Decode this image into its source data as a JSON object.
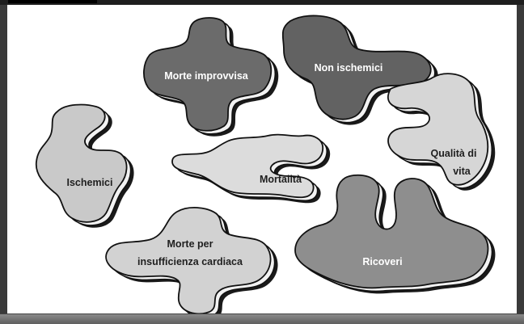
{
  "pieces": {
    "morte_improvvisa": {
      "label": "Morte improvvisa",
      "fill": "#6b6b6b"
    },
    "non_ischemici": {
      "label": "Non ischemici",
      "fill": "#626262"
    },
    "qualita_di_vita": {
      "line1": "Qualità di",
      "line2": "vita",
      "fill": "#d6d6d6"
    },
    "ischemici": {
      "label": "Ischemici",
      "fill": "#c9c9c9"
    },
    "mortalita": {
      "label": "Mortalità",
      "fill": "#dcdcdc"
    },
    "morte_insuff": {
      "line1": "Morte per",
      "line2": "insufficienza cardiaca",
      "fill": "#d2d2d2"
    },
    "ricoveri": {
      "label": "Ricoveri",
      "fill": "#8e8e8e"
    }
  },
  "colors": {
    "outline": "#111111",
    "shadow_dark": "#1a1a1a",
    "shadow_light": "#f2f2f2",
    "canvas": "#ffffff",
    "frame": "#3a3a3a"
  },
  "statusbar": {
    "right_text": ""
  }
}
